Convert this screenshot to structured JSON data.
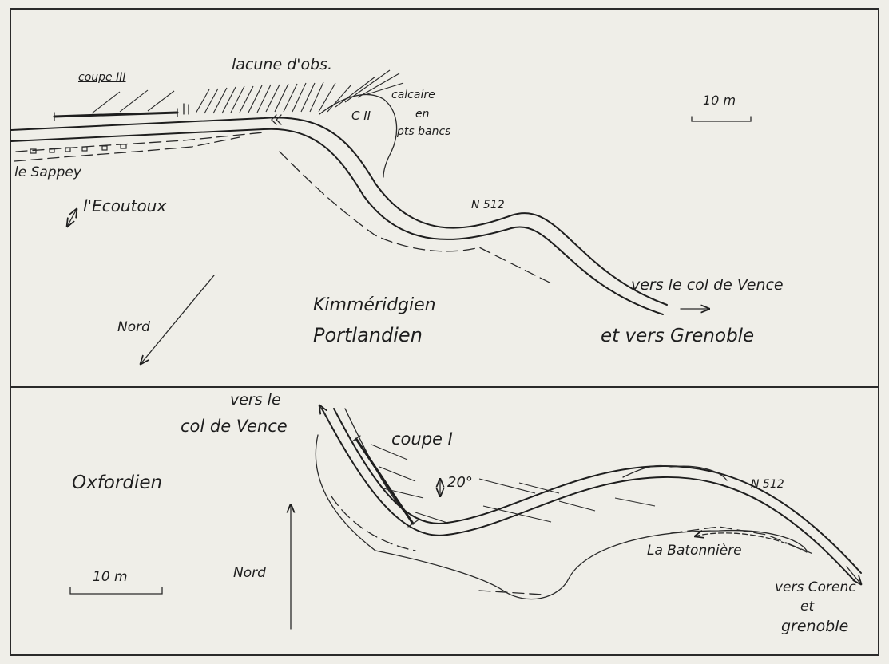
{
  "top_map": {
    "coupe": "coupe III",
    "lacune": "lacune d'obs.",
    "calcaire_1": "calcaire",
    "calcaire_2": "en",
    "calcaire_3": "pts bancs",
    "cII": "C II",
    "scale": "10 m",
    "sappey": "le Sappey",
    "ecoutoux": "l'Ecoutoux",
    "road": "N 512",
    "dest_1": "vers le col de Vence",
    "dest_2": "et vers Grenoble",
    "formation_1": "Kimméridgien",
    "formation_2": "Portlandien",
    "north": "Nord"
  },
  "bottom_map": {
    "dest_top_1": "vers le",
    "dest_top_2": "col de Vence",
    "coupe": "coupe I",
    "dip": "20°",
    "formation": "Oxfordien",
    "road": "N 512",
    "batonniere": "La Batonnière",
    "dest_bottom_1": "vers Corenc",
    "dest_bottom_2": "et",
    "dest_bottom_3": "grenoble",
    "scale": "10 m",
    "north": "Nord"
  }
}
